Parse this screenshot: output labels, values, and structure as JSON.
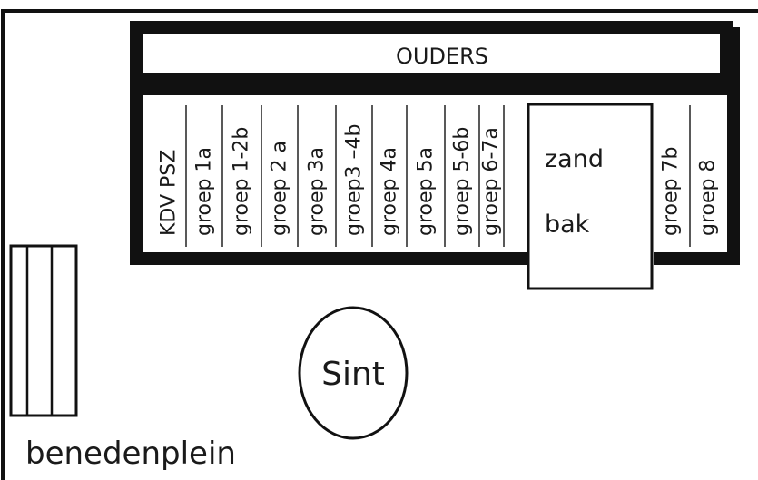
{
  "plan": {
    "parents_label": "OUDERS",
    "groups": [
      "KDV PSZ",
      "groep 1a",
      "groep 1-2b",
      "groep 2 a",
      "groep 3a",
      "groep3 –4b",
      "groep 4a",
      "groep 5a",
      "groep 5-6b",
      "groep 6-7a",
      "groep 7b",
      "groep 8"
    ],
    "sandbox": {
      "line1": "zand",
      "line2": "bak"
    },
    "sint_label": "Sint",
    "lower_square_label": "benedenplein"
  }
}
